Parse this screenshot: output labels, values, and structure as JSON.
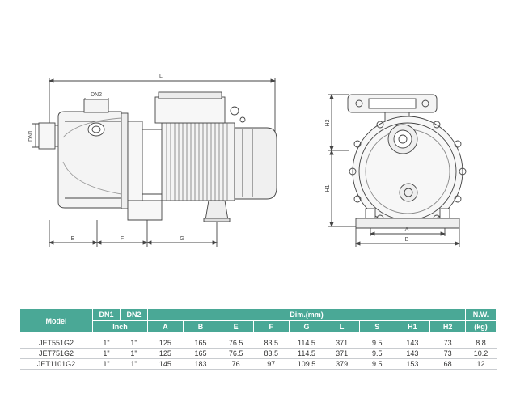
{
  "drawing": {
    "side": {
      "L": "L",
      "DN2": "DN2",
      "DN1": "DN1",
      "E": "E",
      "F": "F",
      "G": "G"
    },
    "front": {
      "H2": "H2",
      "H1": "H1",
      "A": "A",
      "B": "B"
    }
  },
  "table": {
    "head_model": "Model",
    "head_dn1": "DN1",
    "head_dn2": "DN2",
    "head_inch": "Inch",
    "head_dim": "Dim.(mm)",
    "head_nw": "N.W.",
    "head_kg": "(kg)",
    "dim_cols": [
      "A",
      "B",
      "E",
      "F",
      "G",
      "L",
      "S",
      "H1",
      "H2"
    ],
    "rows": [
      [
        "JET551G2",
        "1\"",
        "1\"",
        "125",
        "165",
        "76.5",
        "83.5",
        "114.5",
        "371",
        "9.5",
        "143",
        "73",
        "8.8"
      ],
      [
        "JET751G2",
        "1\"",
        "1\"",
        "125",
        "165",
        "76.5",
        "83.5",
        "114.5",
        "371",
        "9.5",
        "143",
        "73",
        "10.2"
      ],
      [
        "JET1101G2",
        "1\"",
        "1\"",
        "145",
        "183",
        "76",
        "97",
        "109.5",
        "379",
        "9.5",
        "153",
        "68",
        "12"
      ]
    ]
  }
}
